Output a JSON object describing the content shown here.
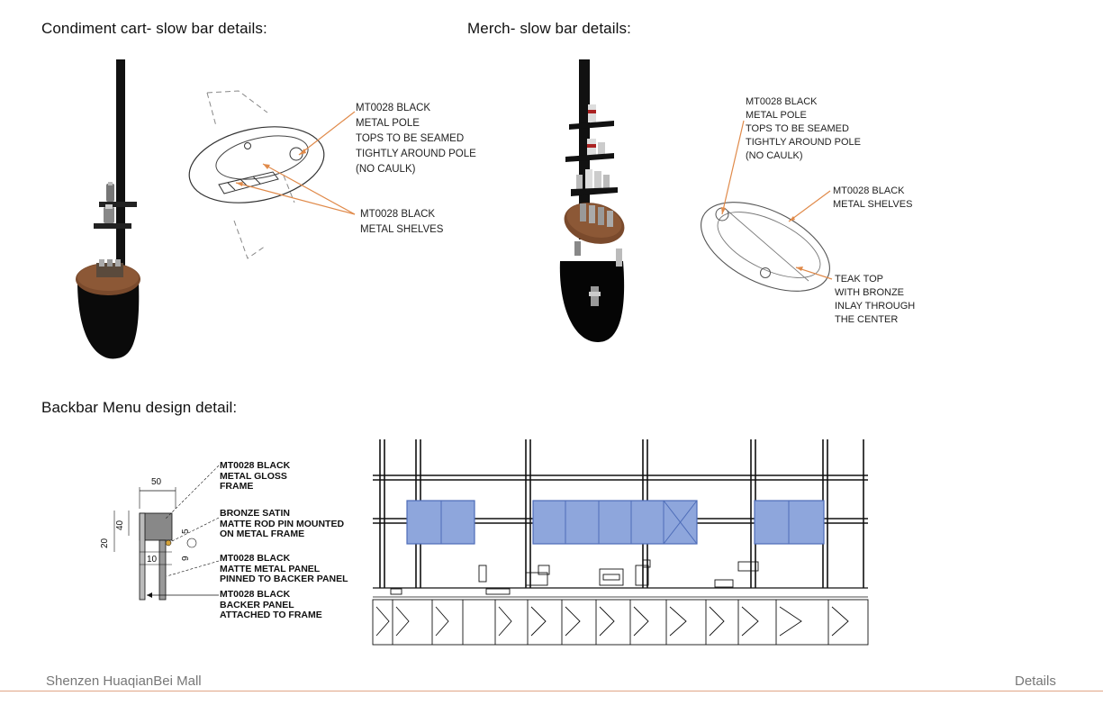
{
  "sections": {
    "condiment": {
      "title": "Condiment cart- slow bar details:",
      "note_pole": [
        "MT0028 BLACK",
        "METAL POLE",
        "TOPS TO BE SEAMED",
        "TIGHTLY AROUND POLE",
        "(NO CAULK)"
      ],
      "note_shelves": [
        "MT0028 BLACK",
        "METAL SHELVES"
      ]
    },
    "merch": {
      "title": "Merch- slow bar details:",
      "note_pole": [
        "MT0028 BLACK",
        "METAL POLE",
        "TOPS TO BE SEAMED",
        "TIGHTLY AROUND POLE",
        "(NO CAULK)"
      ],
      "note_shelves": [
        "MT0028 BLACK",
        "METAL SHELVES"
      ],
      "note_top": [
        "TEAK TOP",
        "WITH BRONZE",
        "INLAY THROUGH",
        "THE CENTER"
      ]
    },
    "backbar": {
      "title": "Backbar Menu design detail:",
      "notes": [
        [
          "MT0028 BLACK",
          "METAL GLOSS",
          "FRAME"
        ],
        [
          "BRONZE SATIN",
          "MATTE ROD PIN MOUNTED",
          "ON METAL FRAME"
        ],
        [
          "MT0028 BLACK",
          "MATTE METAL PANEL",
          "PINNED TO BACKER PANEL"
        ],
        [
          "MT0028 BLACK",
          "BACKER PANEL",
          "ATTACHED TO FRAME"
        ]
      ],
      "dims": {
        "top": "50",
        "left_outer": "20",
        "left_inner": "40",
        "right_a": "5",
        "right_b": "9",
        "middle": "10"
      }
    }
  },
  "colors": {
    "wood": "#7a4a2c",
    "panel_blue": "#8ea6dc",
    "leader_orange": "#e08a4a",
    "footer_rule": "#e0a586"
  },
  "footer": {
    "project": "Shenzen HuaqianBei Mall",
    "page_label": "Details"
  }
}
